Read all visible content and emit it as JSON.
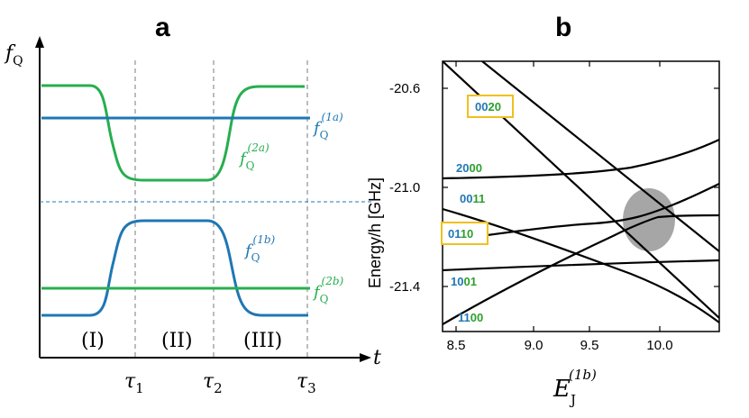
{
  "panel_a": {
    "letter": "a",
    "y_axis_label": "f",
    "y_axis_sub": "Q",
    "x_axis_label": "t",
    "regions": [
      "(I)",
      "(II)",
      "(III)"
    ],
    "tau_labels": [
      {
        "sym": "τ",
        "sub": "1"
      },
      {
        "sym": "τ",
        "sub": "2"
      },
      {
        "sym": "τ",
        "sub": "3"
      }
    ],
    "curve_labels": [
      {
        "id": "1a",
        "base": "f",
        "sub": "Q",
        "sup": "(1a)",
        "color": "#1f77b4"
      },
      {
        "id": "2a",
        "base": "f",
        "sub": "Q",
        "sup": "(2a)",
        "color": "#2ca02c"
      },
      {
        "id": "1b",
        "base": "f",
        "sub": "Q",
        "sup": "(1b)",
        "color": "#1f77b4"
      },
      {
        "id": "2b",
        "base": "f",
        "sub": "Q",
        "sup": "(2b)",
        "color": "#2ca02c"
      }
    ],
    "colors": {
      "blue": "#1f77b4",
      "green": "#27ae4f",
      "grid": "#999999"
    }
  },
  "panel_b": {
    "letter": "b",
    "y_axis_label": "Energy/h [GHz]",
    "x_axis_label": {
      "base": "E",
      "sub": "J",
      "sup": "(1b)"
    },
    "chart_data": {
      "type": "line",
      "xlim": [
        8.32,
        10.48
      ],
      "ylim": [
        -21.6,
        -20.45
      ],
      "x_ticks": [
        "8.5",
        "9.0",
        "9.5",
        "10.0"
      ],
      "y_ticks": [
        "-20.6",
        "-21.0",
        "-21.4"
      ],
      "state_labels": [
        {
          "parts": [
            {
              "t": "00",
              "c": "#1f77b4"
            },
            {
              "t": "20",
              "c": "#2ca02c"
            }
          ],
          "boxed": true
        },
        {
          "parts": [
            {
              "t": "20",
              "c": "#1f77b4"
            },
            {
              "t": "00",
              "c": "#2ca02c"
            }
          ],
          "boxed": false
        },
        {
          "parts": [
            {
              "t": "00",
              "c": "#1f77b4"
            },
            {
              "t": "11",
              "c": "#2ca02c"
            }
          ],
          "boxed": false
        },
        {
          "parts": [
            {
              "t": "01",
              "c": "#1f77b4"
            },
            {
              "t": "10",
              "c": "#2ca02c"
            }
          ],
          "boxed": true
        },
        {
          "parts": [
            {
              "t": "10",
              "c": "#1f77b4"
            },
            {
              "t": "01",
              "c": "#2ca02c"
            }
          ],
          "boxed": false
        },
        {
          "parts": [
            {
              "t": "11",
              "c": "#1f77b4"
            },
            {
              "t": "00",
              "c": "#2ca02c"
            }
          ],
          "boxed": false
        }
      ],
      "box_color": "#f0c020",
      "highlight_color": "#a6a6a6"
    }
  }
}
